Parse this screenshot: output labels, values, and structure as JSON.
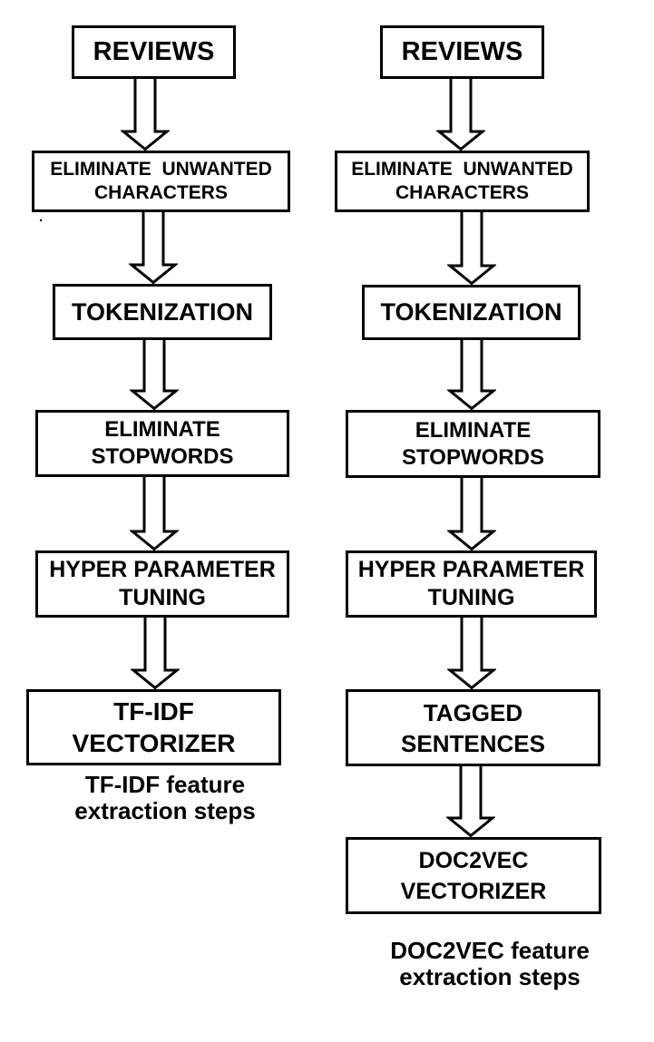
{
  "colors": {
    "ink": "#000000",
    "paper": "#ffffff",
    "box_fill": "#ffffff",
    "box_border": "#000000"
  },
  "artifacts": {
    "stray_mark": "."
  },
  "pipelines": [
    {
      "caption": "TF-IDF feature\nextraction steps",
      "steps": [
        {
          "label": "REVIEWS"
        },
        {
          "label": "ELIMINATE  UNWANTED\nCHARACTERS"
        },
        {
          "label": "TOKENIZATION"
        },
        {
          "label": "ELIMINATE\nSTOPWORDS"
        },
        {
          "label": "HYPER PARAMETER\nTUNING"
        },
        {
          "label": "TF-IDF\nVECTORIZER"
        }
      ]
    },
    {
      "caption": "DOC2VEC feature\nextraction steps",
      "steps": [
        {
          "label": "REVIEWS"
        },
        {
          "label": "ELIMINATE  UNWANTED\nCHARACTERS"
        },
        {
          "label": "TOKENIZATION"
        },
        {
          "label": "ELIMINATE\nSTOPWORDS"
        },
        {
          "label": "HYPER PARAMETER\nTUNING"
        },
        {
          "label": "TAGGED\nSENTENCES"
        },
        {
          "label": "DOC2VEC\nVECTORIZER"
        }
      ]
    }
  ]
}
